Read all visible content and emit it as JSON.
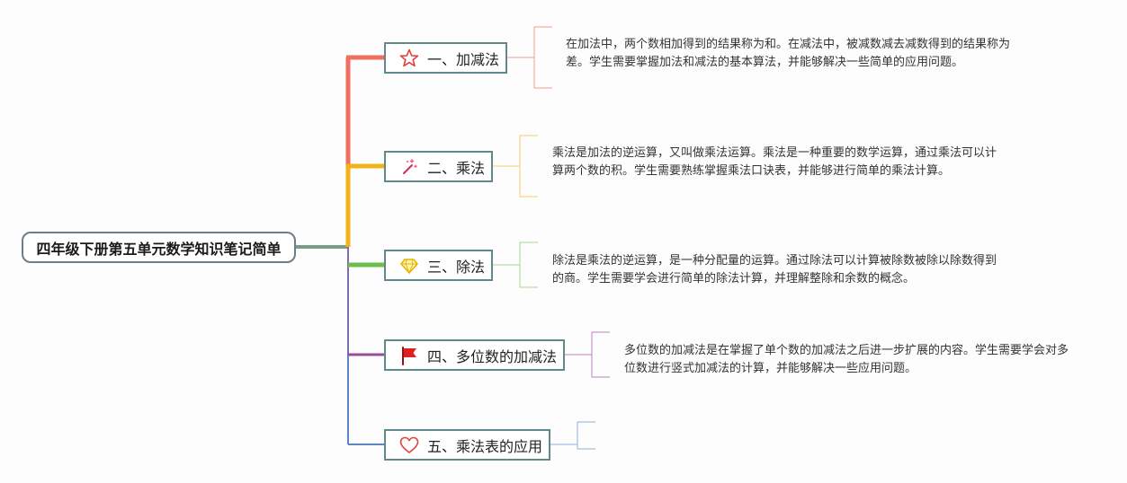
{
  "root": {
    "title": "四年级下册第五单元数学知识笔记简单"
  },
  "branches": [
    {
      "label": "一、加减法",
      "icon": "star-outline-icon",
      "color": "#f07060",
      "note": "在加法中，两个数相加得到的结果称为和。在减法中，被减数减去减数得到的结果称为差。学生需要掌握加法和减法的基本算法，并能够解决一些简单的应用问题。"
    },
    {
      "label": "二、乘法",
      "icon": "magic-wand-icon",
      "color": "#f2b318",
      "note": "乘法是加法的逆运算，又叫做乘法运算。乘法是一种重要的数学运算，通过乘法可以计算两个数的积。学生需要熟练掌握乘法口诀表，并能够进行简单的乘法计算。"
    },
    {
      "label": "三、除法",
      "icon": "diamond-icon",
      "color": "#6cc04a",
      "note": "除法是乘法的逆运算，是一种分配量的运算。通过除法可以计算被除数被除以除数得到的商。学生需要学会进行简单的除法计算，并理解整除和余数的概念。"
    },
    {
      "label": "四、多位数的加减法",
      "icon": "red-flag-icon",
      "color": "#9c4a9c",
      "note": "多位数的加减法是在掌握了单个数的加减法之后进一步扩展的内容。学生需要学会对多位数进行竖式加减法的计算，并能够解决一些应用问题。"
    },
    {
      "label": "五、乘法表的应用",
      "icon": "heart-outline-icon",
      "color": "#5b86c5",
      "note": ""
    }
  ]
}
